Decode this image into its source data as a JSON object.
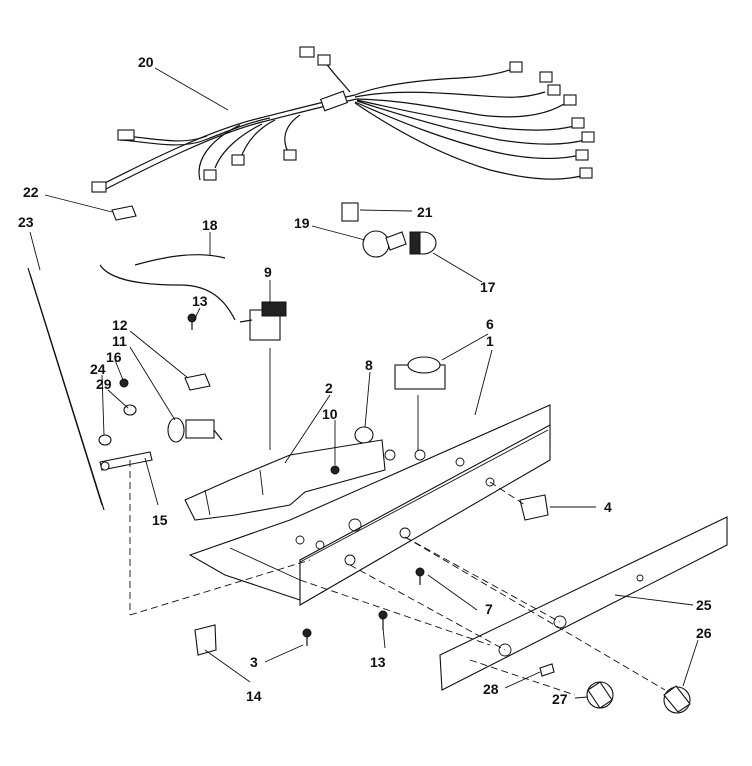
{
  "diagram": {
    "callouts": {
      "c1": "1",
      "c2": "2",
      "c3": "3",
      "c4": "4",
      "c6": "6",
      "c7": "7",
      "c8": "8",
      "c9": "9",
      "c10": "10",
      "c11": "11",
      "c12": "12",
      "c13a": "13",
      "c13b": "13",
      "c14": "14",
      "c15": "15",
      "c16": "16",
      "c17": "17",
      "c18": "18",
      "c19": "19",
      "c20": "20",
      "c21": "21",
      "c22": "22",
      "c23": "23",
      "c24": "24",
      "c25": "25",
      "c26": "26",
      "c27": "27",
      "c28": "28",
      "c29": "29"
    }
  }
}
